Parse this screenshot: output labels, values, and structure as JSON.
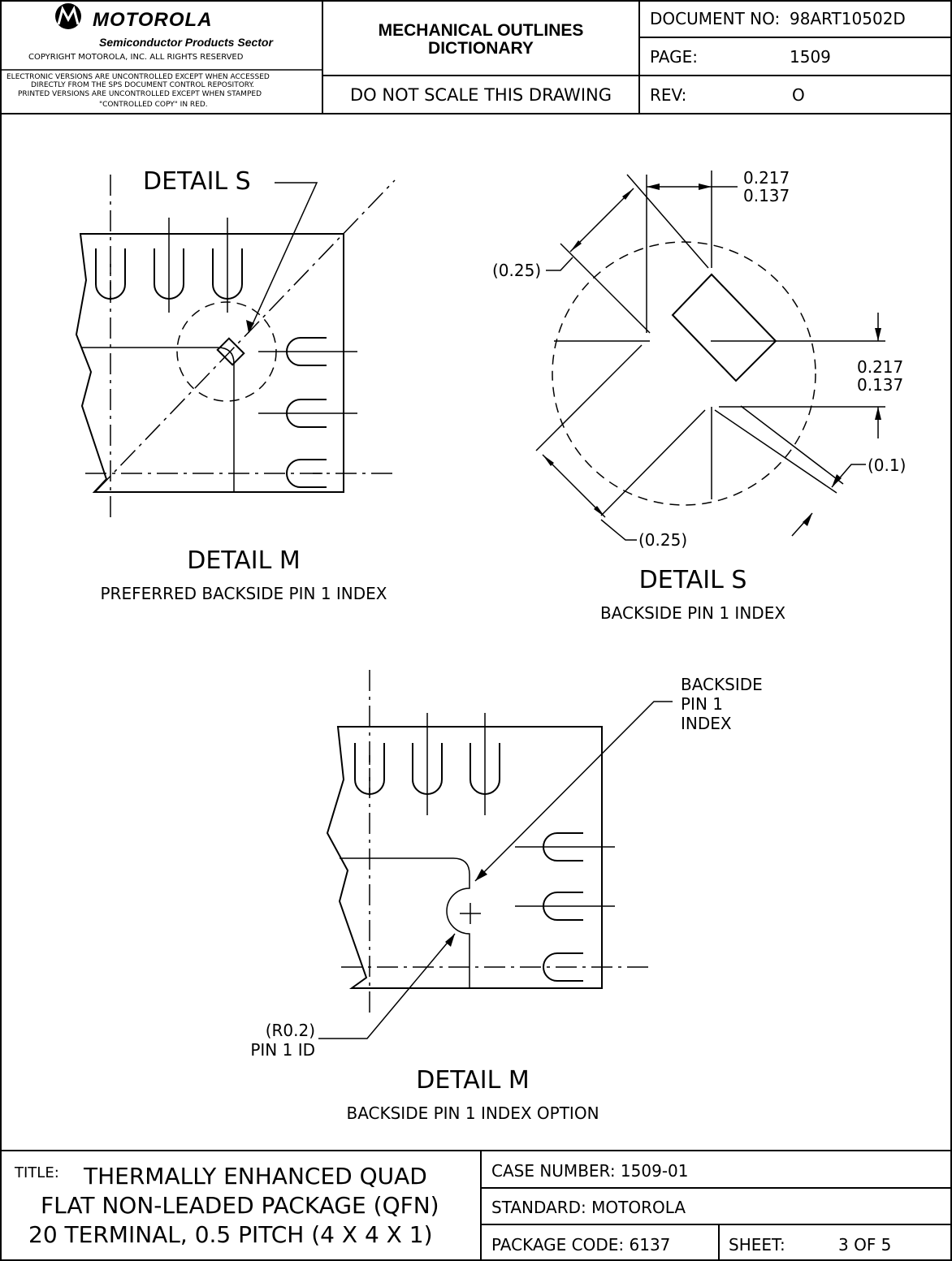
{
  "header": {
    "company": "MOTOROLA",
    "sector": "Semiconductor Products Sector",
    "copyright": "COPYRIGHT MOTOROLA, INC.   ALL RIGHTS RESERVED",
    "disclaimer": [
      "ELECTRONIC VERSIONS ARE UNCONTROLLED EXCEPT WHEN ACCESSED",
      "DIRECTLY FROM THE SPS DOCUMENT CONTROL REPOSITORY.",
      "PRINTED VERSIONS ARE UNCONTROLLED EXCEPT WHEN STAMPED",
      "\"CONTROLLED COPY\" IN RED."
    ],
    "dictionary_title": [
      "MECHANICAL OUTLINES",
      "DICTIONARY"
    ],
    "scale_note": "DO NOT SCALE THIS DRAWING",
    "document_no_label": "DOCUMENT NO:",
    "document_no": "98ART10502D",
    "page_label": "PAGE:",
    "page": "1509",
    "rev_label": "REV:",
    "rev": "O"
  },
  "detail_m1": {
    "callout": "DETAIL S",
    "title": "DETAIL M",
    "subtitle": "PREFERRED BACKSIDE PIN 1 INDEX"
  },
  "detail_s": {
    "dim_top": [
      "0.217",
      "0.137"
    ],
    "dim_right": [
      "0.217",
      "0.137"
    ],
    "dim_upper_left": "(0.25)",
    "dim_lower_left": "(0.25)",
    "dim_right_gap": "(0.1)",
    "title": "DETAIL S",
    "subtitle": "BACKSIDE PIN 1 INDEX"
  },
  "detail_m2": {
    "callout": [
      "BACKSIDE",
      "PIN 1",
      "INDEX"
    ],
    "radius_label": "(R0.2)",
    "pin_label": "PIN 1 ID",
    "title": "DETAIL M",
    "subtitle": "BACKSIDE PIN 1 INDEX OPTION"
  },
  "title_block": {
    "title_label": "TITLE:",
    "title_lines": [
      "THERMALLY ENHANCED QUAD",
      "FLAT NON-LEADED PACKAGE (QFN)",
      "20 TERMINAL, 0.5 PITCH (4 X 4 X 1)"
    ],
    "case_number": "CASE NUMBER: 1509-01",
    "standard": "STANDARD: MOTOROLA",
    "package_code": "PACKAGE CODE:  6137",
    "sheet_label": "SHEET:",
    "sheet": "3 OF 5"
  }
}
